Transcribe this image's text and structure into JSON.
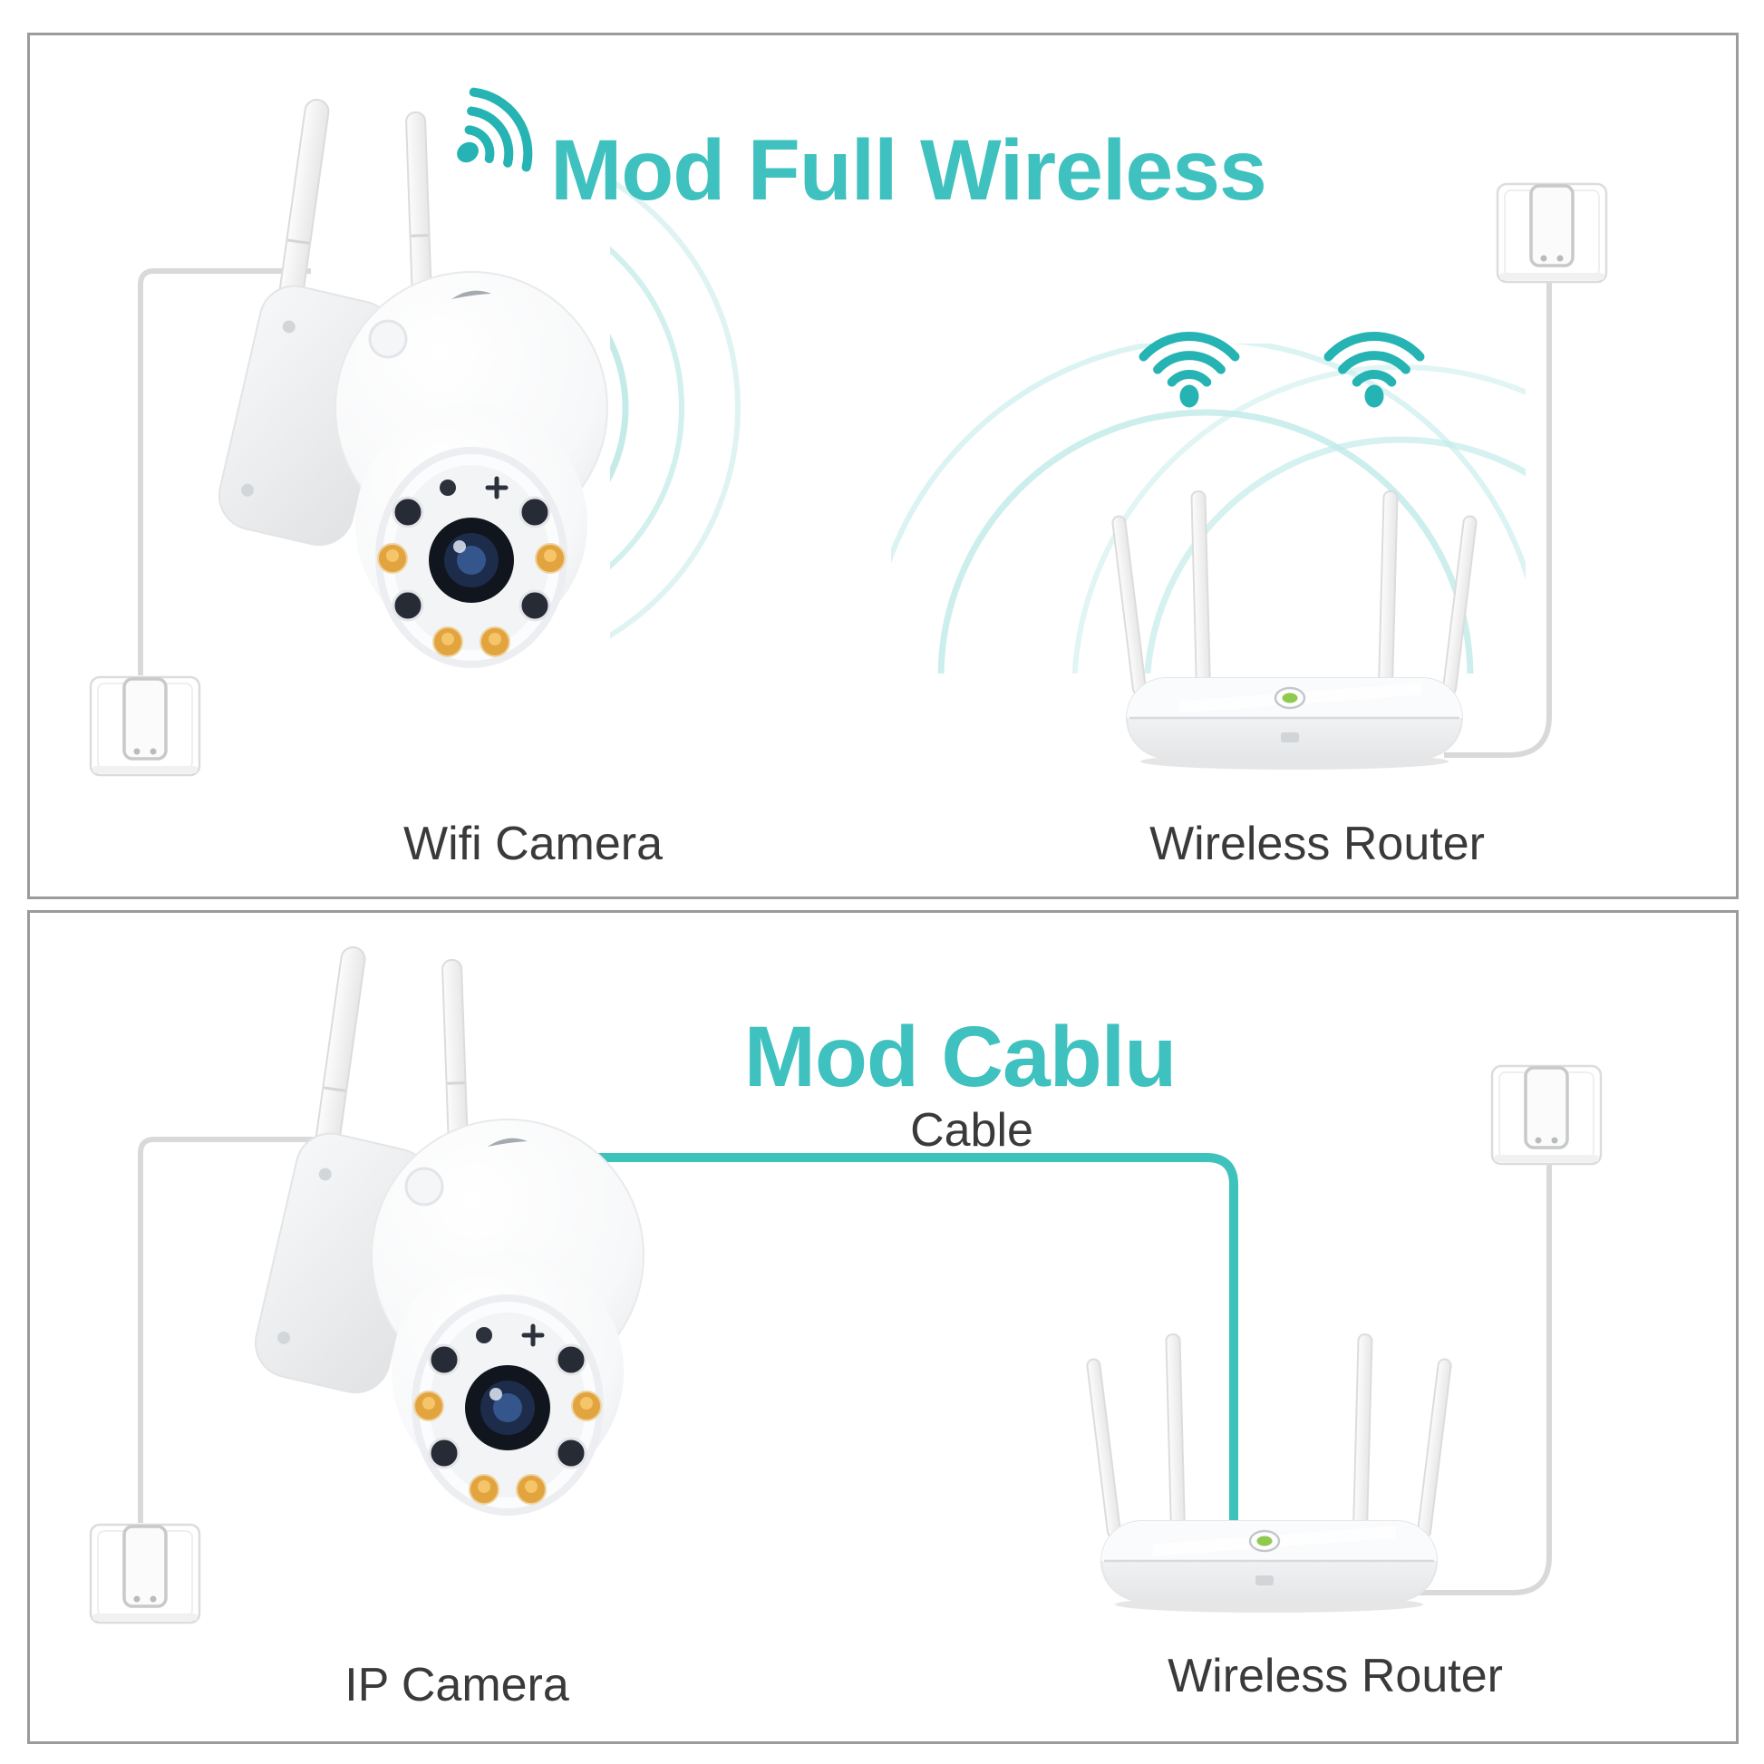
{
  "document": {
    "type": "product-connection-diagram",
    "background": "#ffffff"
  },
  "panels": [
    {
      "title": "Mod Full Wireless",
      "left_device": {
        "type": "wifi-camera",
        "label": "Wifi Camera"
      },
      "right_device": {
        "type": "wireless-router",
        "label": "Wireless Router"
      },
      "connection": "wireless",
      "icons": [
        "wifi-signal-icon",
        "signal-waves",
        "power-outlet",
        "power-cable"
      ]
    },
    {
      "title": "Mod Cablu",
      "left_device": {
        "type": "ip-camera",
        "label": "IP Camera"
      },
      "right_device": {
        "type": "wireless-router",
        "label": "Wireless Router"
      },
      "connection": "wired",
      "cable_label": "Cable",
      "icons": [
        "power-outlet",
        "power-cable",
        "ethernet-cable"
      ]
    }
  ],
  "colors": {
    "accent_teal": "#3ec1bf",
    "wifi_icon_teal": "#26b3b3",
    "signal_wave_teal": "#bfe9e6",
    "cable_teal": "#3dc3bc",
    "cable_gray": "#d9d9d9",
    "label_text": "#3a3a3a",
    "panel_border": "#9b9b9b",
    "router_led_green": "#8fc94e",
    "camera_led_amber": "#e2a43e",
    "camera_led_dark": "#262b35"
  }
}
